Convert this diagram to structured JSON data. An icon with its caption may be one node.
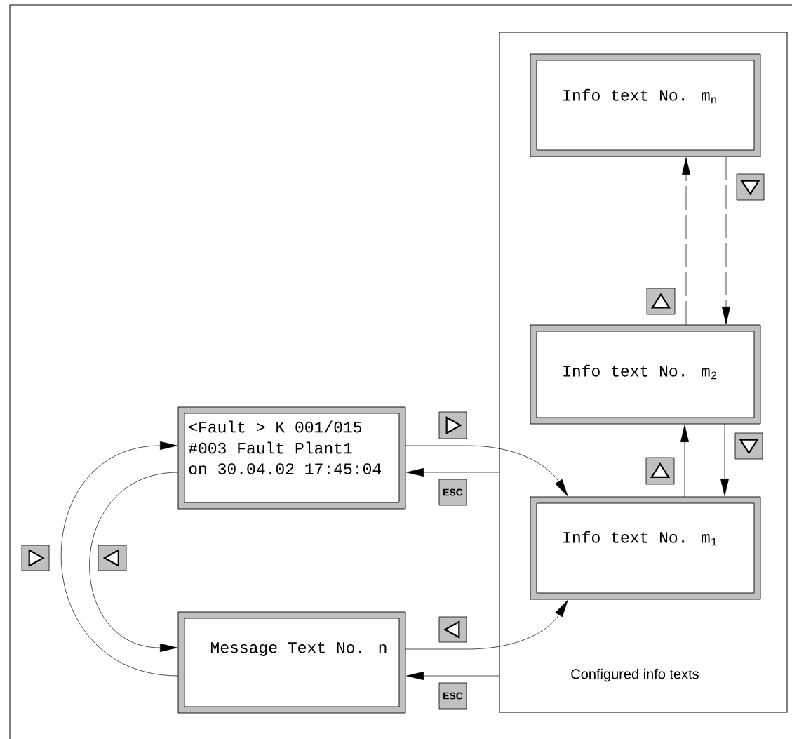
{
  "diagram": {
    "nodes": [
      {
        "text": [
          "Configured info texts"
        ]
      },
      {
        "text": [
          "Info text No. m$_{n}$"
        ],
        "in": 0
      },
      {
        "text": [
          "Info text No. m$_{2}$"
        ],
        "in": 0
      },
      {
        "text": [
          "Info text No. m$_{1}$"
        ],
        "in": 0
      },
      {
        "text": [
          "<Fault > K 001/015",
          "#003 Fault Plant1",
          "on 30.04.02 17:45:04"
        ]
      },
      {
        "text": [
          "Message Text No. n"
        ]
      }
    ],
    "edges": [
      {
        "from": 4,
        "to": 3,
        "arrow": "to"
      },
      {
        "from": 0,
        "to": 4,
        "arrow": "to",
        "label": "ESC"
      },
      {
        "from": 5,
        "to": 3,
        "arrow": "to"
      },
      {
        "from": 0,
        "to": 5,
        "arrow": "to",
        "label": "ESC"
      },
      {
        "from": 5,
        "to": 4,
        "arrow": "to"
      },
      {
        "from": 4,
        "to": 5,
        "arrow": "to"
      },
      {
        "from": 3,
        "to": 2,
        "arrow": "to"
      },
      {
        "from": 2,
        "to": 3,
        "arrow": "to"
      },
      {
        "from": 2,
        "to": 1,
        "arrow": "to",
        "style": "dashed"
      },
      {
        "from": 1,
        "to": 2,
        "arrow": "to",
        "style": "dashed"
      }
    ]
  }
}
